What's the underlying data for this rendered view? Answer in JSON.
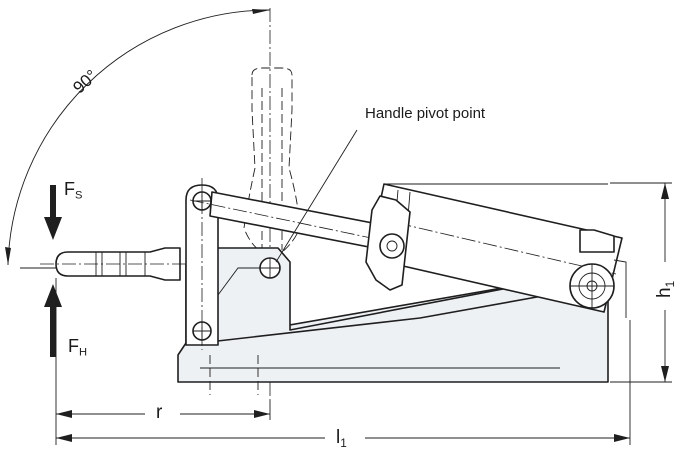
{
  "labels": {
    "angle": "90°",
    "pivot": "Handle pivot point",
    "fs_main": "F",
    "fs_sub": "S",
    "fh_main": "F",
    "fh_sub": "H",
    "r": "r",
    "l1_main": "l",
    "l1_sub": "1",
    "h1_main": "h",
    "h1_sub": "1"
  }
}
